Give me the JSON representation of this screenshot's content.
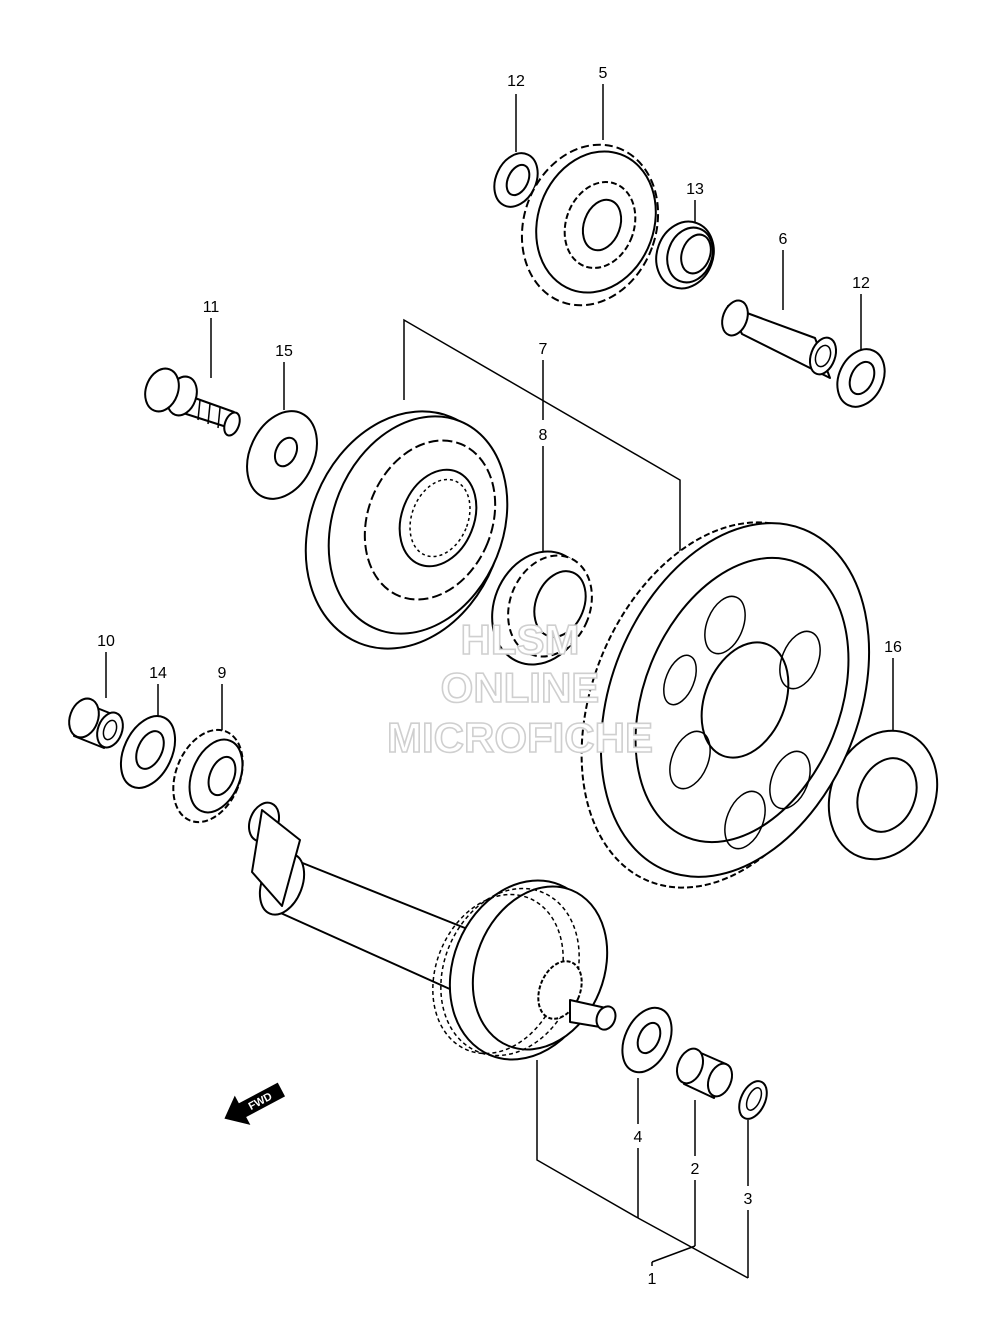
{
  "callouts": {
    "c1": "1",
    "c2": "2",
    "c3": "3",
    "c4": "4",
    "c5": "5",
    "c6": "6",
    "c7": "7",
    "c8": "8",
    "c9": "9",
    "c10": "10",
    "c11": "11",
    "c12a": "12",
    "c12b": "12",
    "c13": "13",
    "c14": "14",
    "c15": "15",
    "c16": "16"
  },
  "watermark": {
    "line1": "HLSM",
    "line2": "ONLINE",
    "line3": "MICROFICHE"
  },
  "direction_badge": "FWD"
}
